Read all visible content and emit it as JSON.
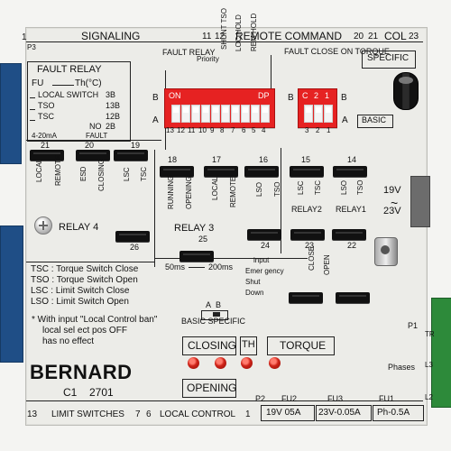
{
  "board": {
    "top_labels": {
      "signaling": "SIGNALING",
      "remote_command": "REMOTE COMMAND",
      "col": "COL",
      "top_left_num": "1",
      "left_p3": "P3",
      "num_11": "11",
      "num_12": "12",
      "num_20": "20",
      "num_21": "21",
      "num_23": "23"
    },
    "fault_relay_box": {
      "title": "FAULT RELAY",
      "fu": "FU",
      "th": "Th(°C)",
      "local_switch": "LOCAL SWITCH",
      "num_3b": "3B",
      "tso": "TSO",
      "tsc": "TSC",
      "num_13b": "13B",
      "num_12b": "12B",
      "no": "NO",
      "num_2b": "2B",
      "current": "4-20mA",
      "fault": "FAULT"
    },
    "top_center": {
      "fault_relay": "FAULT RELAY",
      "priority": "Priority",
      "shunt_tso": "SHUNT TSO",
      "loc_hold": "LOC HOLD",
      "rem_hold": "REM HOLD",
      "fault_close_on_torque": "FAULT CLOSE ON TORQUE",
      "specific": "SPECIFIC",
      "basic": "BASIC",
      "b_label": "B",
      "a_label": "A",
      "on": "ON",
      "dp": "DP",
      "dip_numbers_left": [
        "13",
        "12",
        "11",
        "10",
        "9",
        "8",
        "7",
        "6",
        "5",
        "4"
      ],
      "dip_numbers_right": [
        "3",
        "2",
        "1"
      ],
      "right_dip_labels": [
        "C",
        "2",
        "1"
      ]
    },
    "jumper_labels": {
      "j21": "21",
      "j20": "20",
      "j19": "19",
      "j18": "18",
      "j17": "17",
      "j16": "16",
      "j15": "15",
      "j14": "14",
      "j26": "26",
      "j25": "25",
      "j24": "24",
      "j23": "23",
      "j22": "22"
    },
    "vertical_labels": {
      "local": "LOCAL",
      "remote": "REMOTE",
      "esd": "ESD",
      "closing": "CLOSING",
      "lsc": "LSC",
      "tsc": "TSC",
      "running": "RUNNING",
      "opening": "OPENING",
      "lsc2": "LSC",
      "tsc2": "TSC",
      "lso": "LSO",
      "tso": "TSO",
      "lso2": "LSO",
      "tso2": "TSO",
      "close": "CLOSE",
      "open": "OPEN"
    },
    "relay_labels": {
      "relay4": "RELAY 4",
      "relay3": "RELAY 3",
      "relay2": "RELAY2",
      "relay1": "RELAY1"
    },
    "power": {
      "v19": "19V",
      "v23": "23V",
      "wave": "~"
    },
    "timing": {
      "ms50": "50ms",
      "ms200": "200ms"
    },
    "input_block": {
      "input": "input",
      "emergency": "Emer gency",
      "shut": "Shut",
      "down": "Down"
    },
    "legend": [
      "TSC : Torque Switch Close",
      "TSO : Torque Switch Open",
      "LSC : Limit Switch Close",
      "LSO : Limit Switch Open"
    ],
    "note": [
      "* With input \"Local Control ban\"",
      "local sel ect pos  OFF",
      "has no effect"
    ],
    "ab_labels": {
      "a": "A",
      "b": "B",
      "basic_specific": "BASIC SPECIFIC"
    },
    "status_box": {
      "closing": "CLOSING",
      "th": "TH",
      "torque": "TORQUE",
      "opening": "OPENING"
    },
    "brand": {
      "logo": "BERNARD",
      "model_prefix": "C1",
      "model_num": "2701"
    },
    "bottom": {
      "left_num": "13",
      "limit_switches": "LIMIT SWITCHES",
      "num7": "7",
      "num6": "6",
      "local_control": "LOCAL CONTROL",
      "num1": "1",
      "p2": "P2",
      "fu2": "FU2",
      "fu2_val": "19V 05A",
      "fu3": "FU3",
      "fu3_val": "23V-0.05A",
      "fu1": "FU1",
      "fu1_val": "Ph-0.5A"
    },
    "phase_side": {
      "p1": "P1",
      "tr": "TR",
      "phases": "Phases",
      "l3": "L3",
      "l2": "L2"
    }
  },
  "colors": {
    "board": "#ecece8",
    "ink": "#111111",
    "red_dip": "#e62222",
    "led": "#cf2318",
    "blue_terminal": "#1f4e86",
    "green_terminal": "#2d8a3a"
  }
}
